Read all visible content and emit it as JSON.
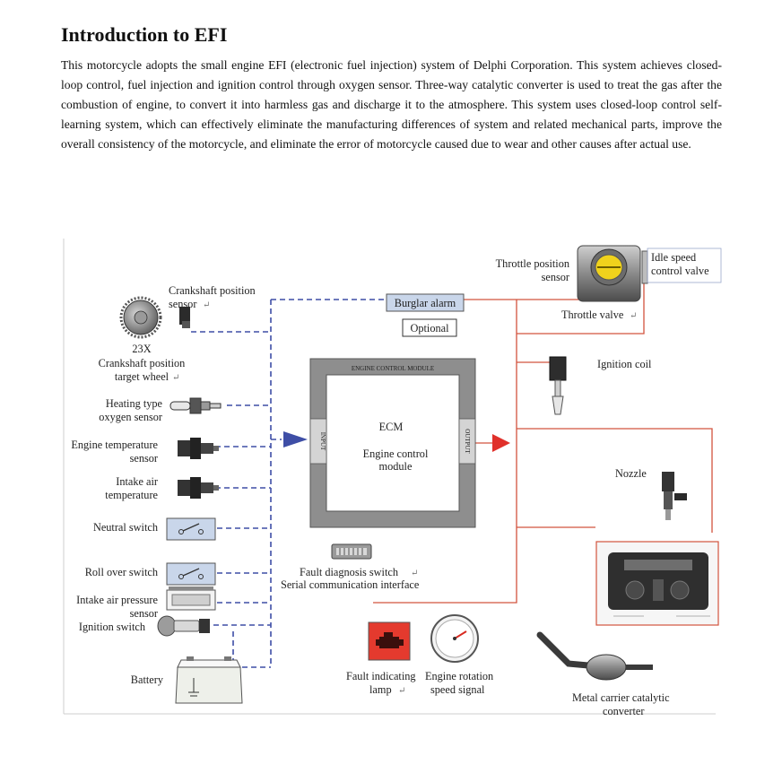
{
  "doc": {
    "title": "Introduction to EFI",
    "intro": "This motorcycle adopts the small engine EFI (electronic fuel injection) system of Delphi Corporation. This system achieves closed-loop control, fuel injection and ignition control through oxygen sensor. Three-way catalytic converter is used to treat the gas after the combustion of engine, to convert it into harmless gas and discharge it to the atmosphere. This system uses closed-loop control self-learning system, which can effectively eliminate the manufacturing differences of system and related mechanical parts, improve the overall consistency of the motorcycle, and eliminate the error of motorcycle caused due to wear and other causes after actual use."
  },
  "diagram": {
    "inputs": {
      "crankshaft_sensor": [
        "Crankshaft position",
        "sensor"
      ],
      "target_wheel": [
        "23X",
        "Crankshaft position",
        "target wheel"
      ],
      "oxygen_sensor": [
        "Heating type",
        "oxygen sensor"
      ],
      "engine_temp": [
        "Engine temperature",
        "sensor"
      ],
      "intake_temp": [
        "Intake air",
        "temperature"
      ],
      "neutral_switch": "Neutral switch",
      "rollover_switch": "Roll over switch",
      "intake_pressure": [
        "Intake air pressure",
        "sensor"
      ],
      "ignition_switch": "Ignition switch",
      "battery": "Battery"
    },
    "ecm": {
      "top_strip": "ENGINE CONTROL MODULE",
      "input_tag": "INPUT",
      "output_tag": "OUTPUT",
      "abbr": "ECM",
      "name": [
        "Engine control",
        "module"
      ]
    },
    "center": {
      "burglar_alarm": "Burglar alarm",
      "optional": "Optional",
      "fault_switch": [
        "Fault diagnosis switch",
        "Serial communication interface"
      ]
    },
    "outputs": {
      "throttle_sensor": [
        "Throttle position",
        "sensor"
      ],
      "idle_valve": [
        "Idle speed",
        "control valve"
      ],
      "throttle_valve": "Throttle valve",
      "ignition_coil": "Ignition coil",
      "nozzle": "Nozzle",
      "fault_lamp": [
        "Fault indicating",
        "lamp"
      ],
      "rotation_signal": [
        "Engine rotation",
        "speed signal"
      ],
      "catalytic_converter": [
        "Metal carrier catalytic",
        "converter"
      ]
    },
    "colors": {
      "input_line": "#3e4ea6",
      "output_line": "#d2533e",
      "arrow_red": "#e0302a",
      "lamp_red": "#e43a2e",
      "ecm_frame": "#8e8e8e"
    }
  }
}
